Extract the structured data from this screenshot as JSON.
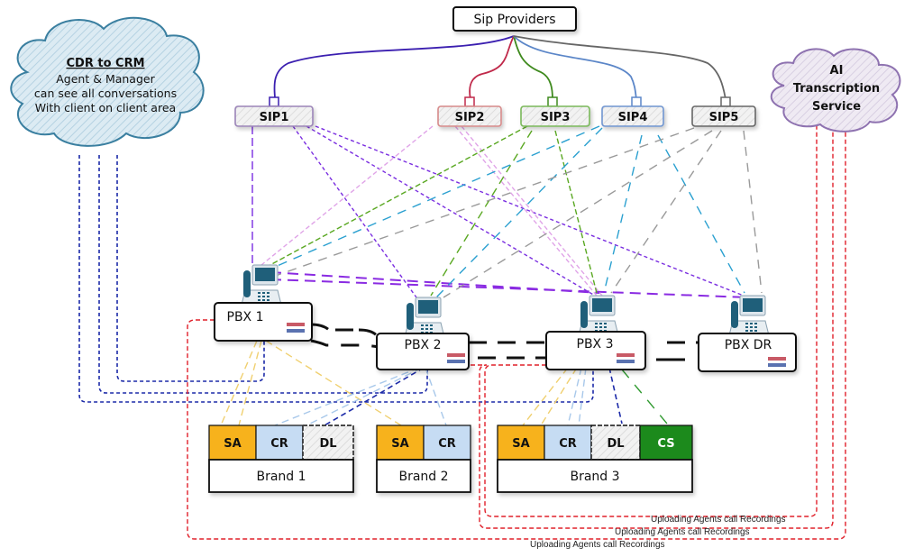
{
  "title": "Sip Providers",
  "cloud_crm": {
    "title": "CDR to CRM",
    "lines": [
      "Agent & Manager",
      "can see all conversations",
      "With client on client area"
    ],
    "color": "#3a7fa0"
  },
  "cloud_ai": {
    "lines": [
      "AI",
      "Transcription",
      "Service"
    ],
    "color": "#8e72b0"
  },
  "sip_trunks": [
    {
      "label": "SIP1",
      "color": "#6a2fc0",
      "border": "#9b84b8"
    },
    {
      "label": "SIP2",
      "color": "#c0294a",
      "border": "#d68a8a"
    },
    {
      "label": "SIP3",
      "color": "#3f8a1e",
      "border": "#7ab85a"
    },
    {
      "label": "SIP4",
      "color": "#5b86c8",
      "border": "#6f95d0"
    },
    {
      "label": "SIP5",
      "color": "#666666",
      "border": "#666666"
    }
  ],
  "pbx": [
    {
      "label": "PBX 1"
    },
    {
      "label": "PBX 2"
    },
    {
      "label": "PBX 3"
    },
    {
      "label": "PBX DR"
    }
  ],
  "brands": [
    {
      "label": "Brand 1",
      "cells": [
        {
          "text": "SA",
          "color": "#f7b21b",
          "text_color": "#111"
        },
        {
          "text": "CR",
          "color": "#c6dcf3",
          "text_color": "#111"
        },
        {
          "text": "DL",
          "color": "#e8e8e8",
          "text_color": "#111"
        }
      ]
    },
    {
      "label": "Brand 2",
      "cells": [
        {
          "text": "SA",
          "color": "#f7b21b",
          "text_color": "#111"
        },
        {
          "text": "CR",
          "color": "#c6dcf3",
          "text_color": "#111"
        }
      ]
    },
    {
      "label": "Brand 3",
      "cells": [
        {
          "text": "SA",
          "color": "#f7b21b",
          "text_color": "#111"
        },
        {
          "text": "CR",
          "color": "#c6dcf3",
          "text_color": "#111"
        },
        {
          "text": "DL",
          "color": "#e8e8e8",
          "text_color": "#111"
        },
        {
          "text": "CS",
          "color": "#1f8a1f",
          "text_color": "#ffffff"
        }
      ]
    }
  ],
  "upload_labels": [
    "Uploading Agents call Recordings",
    "Uploading Agents call Recordings",
    "Uploading Agents call Recordings"
  ],
  "colors": {
    "recording_path": "#e0202a",
    "crm_path": "#1c2aa8",
    "pbx_link": "#111111",
    "flag_red": "#c85a66",
    "flag_blue": "#5a72b0",
    "phone": "#1f5f7a"
  }
}
